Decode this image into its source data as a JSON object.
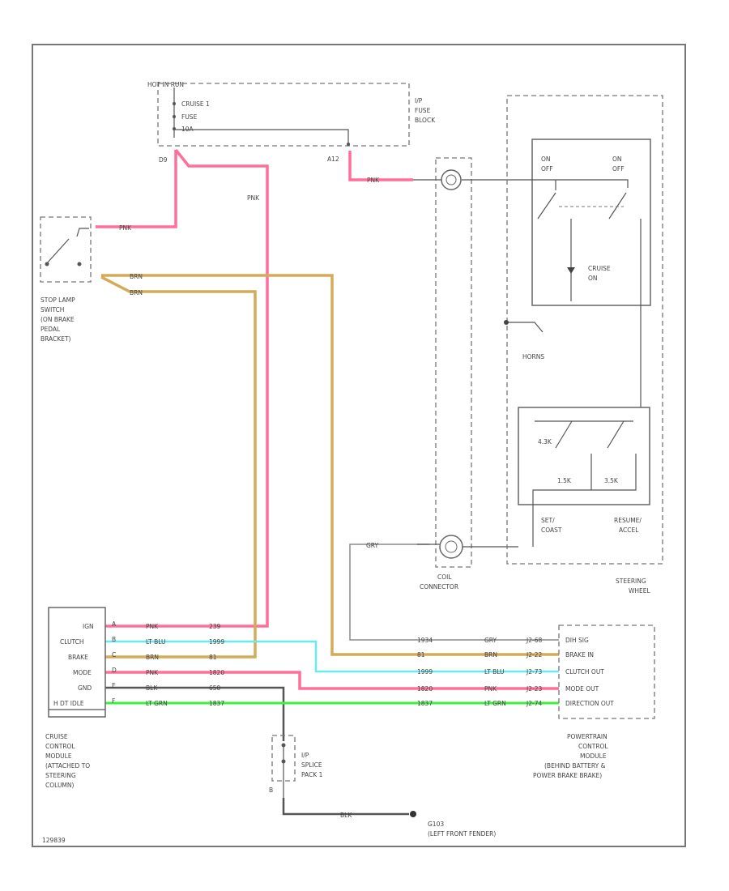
{
  "fuse_block": {
    "hot_label": "HOT IN RUN",
    "fuse_lines": [
      "CRUISE 1",
      "FUSE",
      "10A"
    ],
    "name_lines": [
      "I/P",
      "FUSE",
      "BLOCK"
    ],
    "pin_left": "D9",
    "pin_right": "A12"
  },
  "stop_lamp": {
    "name_lines": [
      "STOP LAMP",
      "SWITCH",
      "(ON BRAKE",
      "PEDAL",
      "BRACKET)"
    ]
  },
  "wire_colors": {
    "pnk": "PNK",
    "brn": "BRN",
    "gry": "GRY",
    "lt_blu": "LT BLU",
    "blk": "BLK",
    "lt_grn": "LT GRN"
  },
  "steering": {
    "on_off_a": [
      "ON",
      "OFF"
    ],
    "on_off_b": [
      "ON",
      "OFF"
    ],
    "cruise_on": [
      "CRUISE",
      "ON"
    ],
    "horns": "HORNS",
    "set_coast": [
      "SET/",
      "COAST"
    ],
    "resume_accel": [
      "RESUME/",
      "ACCEL"
    ],
    "r1": "4.3K",
    "r2": "1.5K",
    "r3": "3.5K",
    "name_lines": [
      "STEERING",
      "WHEEL"
    ]
  },
  "coil": {
    "name_lines": [
      "COIL",
      "CONNECTOR"
    ]
  },
  "ccm": {
    "pins": [
      "IGN",
      "CLUTCH",
      "BRAKE",
      "MODE",
      "GND",
      "H DT IDLE"
    ],
    "pin_letters": [
      "A",
      "B",
      "C",
      "D",
      "E",
      "F"
    ],
    "name_lines": [
      "CRUISE",
      "CONTROL",
      "MODULE",
      "(ATTACHED TO",
      "STEERING",
      "COLUMN)"
    ]
  },
  "circuits": {
    "pnk": "239",
    "lt_blu": "1999",
    "brn": "81",
    "pnk2": "1820",
    "blk": "650",
    "lt_grn": "1837",
    "gry": "1934"
  },
  "pcm": {
    "pins": [
      "DIH SIG",
      "BRAKE IN",
      "CLUTCH OUT",
      "MODE OUT",
      "DIRECTION OUT"
    ],
    "pin_ids": [
      "J2-68",
      "J2-22",
      "J2-73",
      "J2-23",
      "J2-74"
    ],
    "name_lines": [
      "POWERTRAIN",
      "CONTROL",
      "MODULE",
      "(BEHIND BATTERY &",
      "POWER BRAKE BRAKE)"
    ]
  },
  "splice": {
    "name_lines": [
      "I/P",
      "SPLICE",
      "PACK 1"
    ],
    "pin": "B"
  },
  "ground": {
    "id": "G103",
    "location": "(LEFT FRONT FENDER)"
  },
  "footer_code": "129839",
  "colors": {
    "pnk": "#ff6f9a",
    "brn": "#d4ab58",
    "lt_blu": "#66ecf0",
    "lt_grn": "#3ef03e",
    "gry": "#8c8c8c",
    "blk": "#555555",
    "frame": "#777777"
  }
}
